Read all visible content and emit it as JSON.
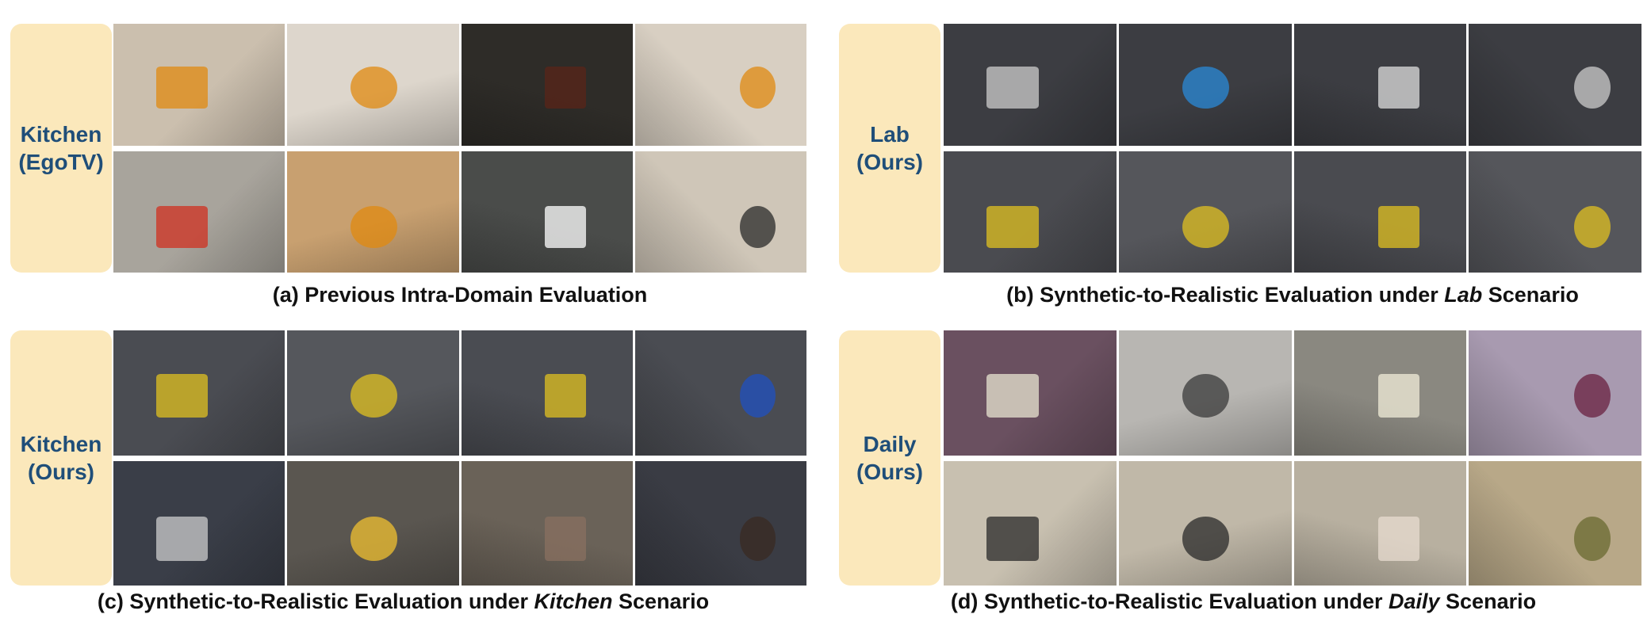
{
  "panels": [
    {
      "id": "a",
      "label": "Kitchen\n(EgoTV)",
      "caption_pre": "(a) Previous Intra-Domain Evaluation",
      "caption_em": "",
      "caption_post": "",
      "row_colors": [
        [
          "#cbbfae",
          "#ddd6cc",
          "#2e2c28",
          "#d8cfc2"
        ],
        [
          "#a8a49c",
          "#c8a070",
          "#4a4c4a",
          "#cfc6b8"
        ]
      ],
      "accent": [
        "#e08a10",
        "#e08a10",
        "#5a2418",
        "#e08a10",
        "#d03020",
        "#e08a10",
        "#ffffff",
        "#2a2a2a"
      ]
    },
    {
      "id": "b",
      "label": "Lab\n(Ours)",
      "caption_pre": "(b) Synthetic-to-Realistic Evaluation under ",
      "caption_em": "Lab",
      "caption_post": " Scenario",
      "row_colors": [
        [
          "#3c3d42",
          "#3c3d42",
          "#3c3d42",
          "#3c3d42"
        ],
        [
          "#4a4b50",
          "#55565b",
          "#4a4b50",
          "#55565b"
        ]
      ],
      "accent": [
        "#cccccc",
        "#2a8ad8",
        "#dddddd",
        "#cccccc",
        "#e0c020",
        "#e0c020",
        "#e0c020",
        "#e0c020"
      ]
    },
    {
      "id": "c",
      "label": "Kitchen\n(Ours)",
      "caption_pre": "(c) Synthetic-to-Realistic Evaluation under ",
      "caption_em": "Kitchen",
      "caption_post": " Scenario",
      "row_colors": [
        [
          "#4a4c52",
          "#55575c",
          "#4a4c52",
          "#4a4c52"
        ],
        [
          "#3a3e48",
          "#5a5650",
          "#6a6258",
          "#3a3c44"
        ]
      ],
      "accent": [
        "#e0c020",
        "#e0c020",
        "#e0c020",
        "#2050c0",
        "#cccccc",
        "#f0c030",
        "#8a7060",
        "#3a2a22"
      ]
    },
    {
      "id": "d",
      "label": "Daily\n(Ours)",
      "caption_pre": "(d) Synthetic-to-Realistic Evaluation under ",
      "caption_em": "Daily",
      "caption_post": " Scenario",
      "row_colors": [
        [
          "#6a5060",
          "#b8b6b2",
          "#8a8880",
          "#a89ab0"
        ],
        [
          "#c8c0b0",
          "#c0b8a8",
          "#b8b0a0",
          "#b8a888"
        ]
      ],
      "accent": [
        "#e8e4d0",
        "#3a3a3a",
        "#f0ecd8",
        "#6a2040",
        "#2a2a2a",
        "#2a2a2a",
        "#e8dcd0",
        "#6a6a30"
      ]
    }
  ]
}
